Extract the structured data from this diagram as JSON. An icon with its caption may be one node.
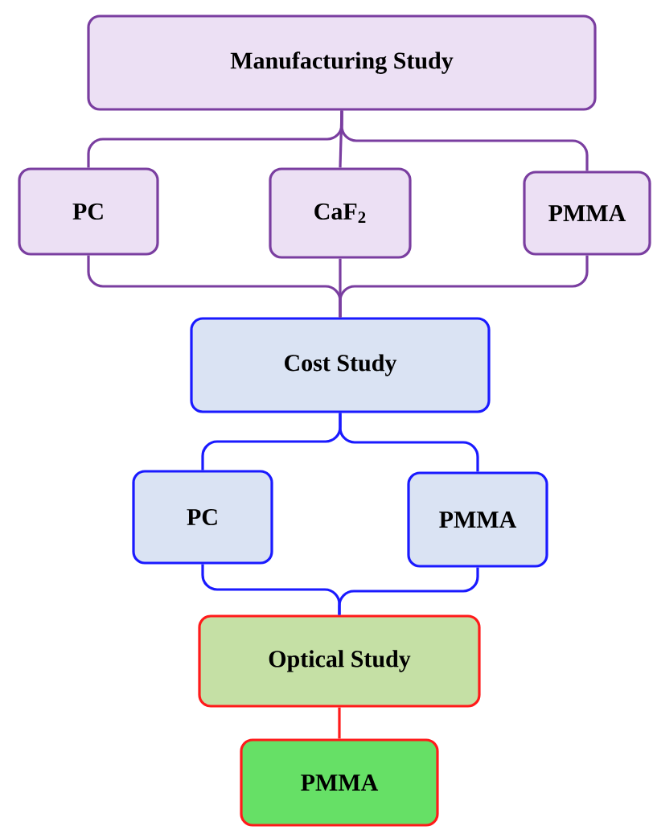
{
  "diagram": {
    "nodes": [
      {
        "text": [
          "Manufacturing Study"
        ]
      },
      {
        "text": [
          "PC"
        ]
      },
      {
        "text": [
          "CaF$_{2}$"
        ]
      },
      {
        "text": [
          "PMMA"
        ]
      },
      {
        "text": [
          "Cost Study"
        ]
      },
      {
        "text": [
          "PC"
        ]
      },
      {
        "text": [
          "PMMA"
        ]
      },
      {
        "text": [
          "Optical Study"
        ]
      },
      {
        "text": [
          "PMMA"
        ]
      }
    ],
    "edges": [
      {
        "from": 0,
        "to": 1,
        "arrow": "none"
      },
      {
        "from": 0,
        "to": 2,
        "arrow": "none"
      },
      {
        "from": 0,
        "to": 3,
        "arrow": "none"
      },
      {
        "from": 1,
        "to": 4,
        "arrow": "none"
      },
      {
        "from": 2,
        "to": 4,
        "arrow": "none"
      },
      {
        "from": 3,
        "to": 4,
        "arrow": "none"
      },
      {
        "from": 4,
        "to": 5,
        "arrow": "none",
        "color": "#1a1aff"
      },
      {
        "from": 4,
        "to": 6,
        "arrow": "none",
        "color": "#1a1aff"
      },
      {
        "from": 5,
        "to": 7,
        "arrow": "none",
        "color": "#1a1aff"
      },
      {
        "from": 6,
        "to": 7,
        "arrow": "none",
        "color": "#1a1aff"
      },
      {
        "from": 7,
        "to": 8,
        "arrow": "none",
        "color": "#ff1a1a"
      }
    ]
  }
}
